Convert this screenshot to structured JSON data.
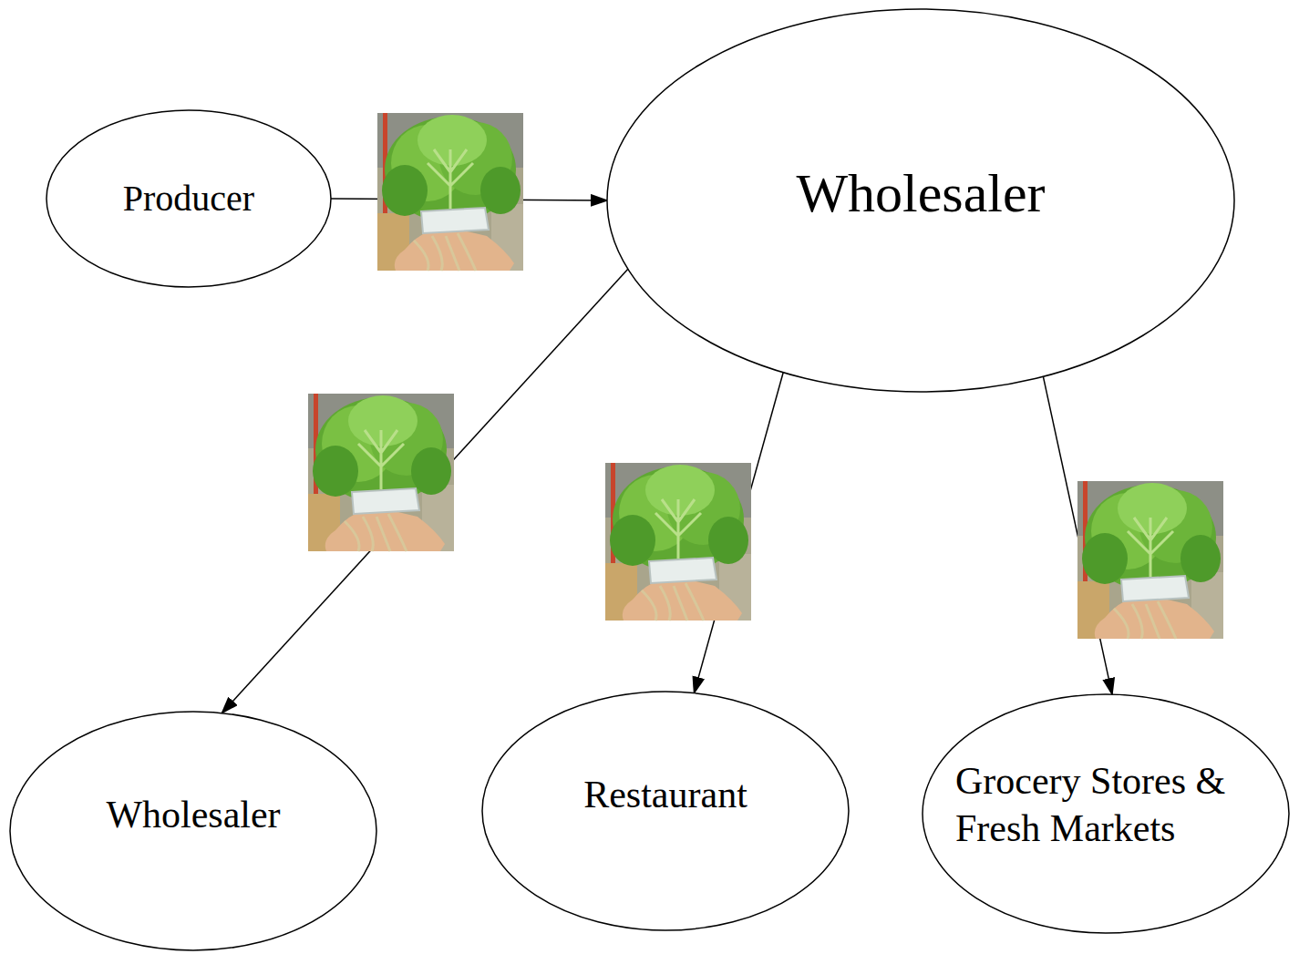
{
  "diagram": {
    "nodes": [
      {
        "text": [
          "Producer"
        ]
      },
      {
        "text": [
          "Wholesaler"
        ]
      },
      {
        "text": [
          "Wholesaler"
        ]
      },
      {
        "text": [
          "Restaurant"
        ]
      },
      {
        "text": [
          "Grocery Stores & Fresh Markets"
        ]
      }
    ],
    "edges": [
      {
        "from": 0,
        "to": 1,
        "arrow": "to"
      },
      {
        "from": 1,
        "to": 2,
        "arrow": "to"
      },
      {
        "from": 1,
        "to": 3,
        "arrow": "to"
      },
      {
        "from": 1,
        "to": 4,
        "arrow": "to"
      }
    ]
  }
}
